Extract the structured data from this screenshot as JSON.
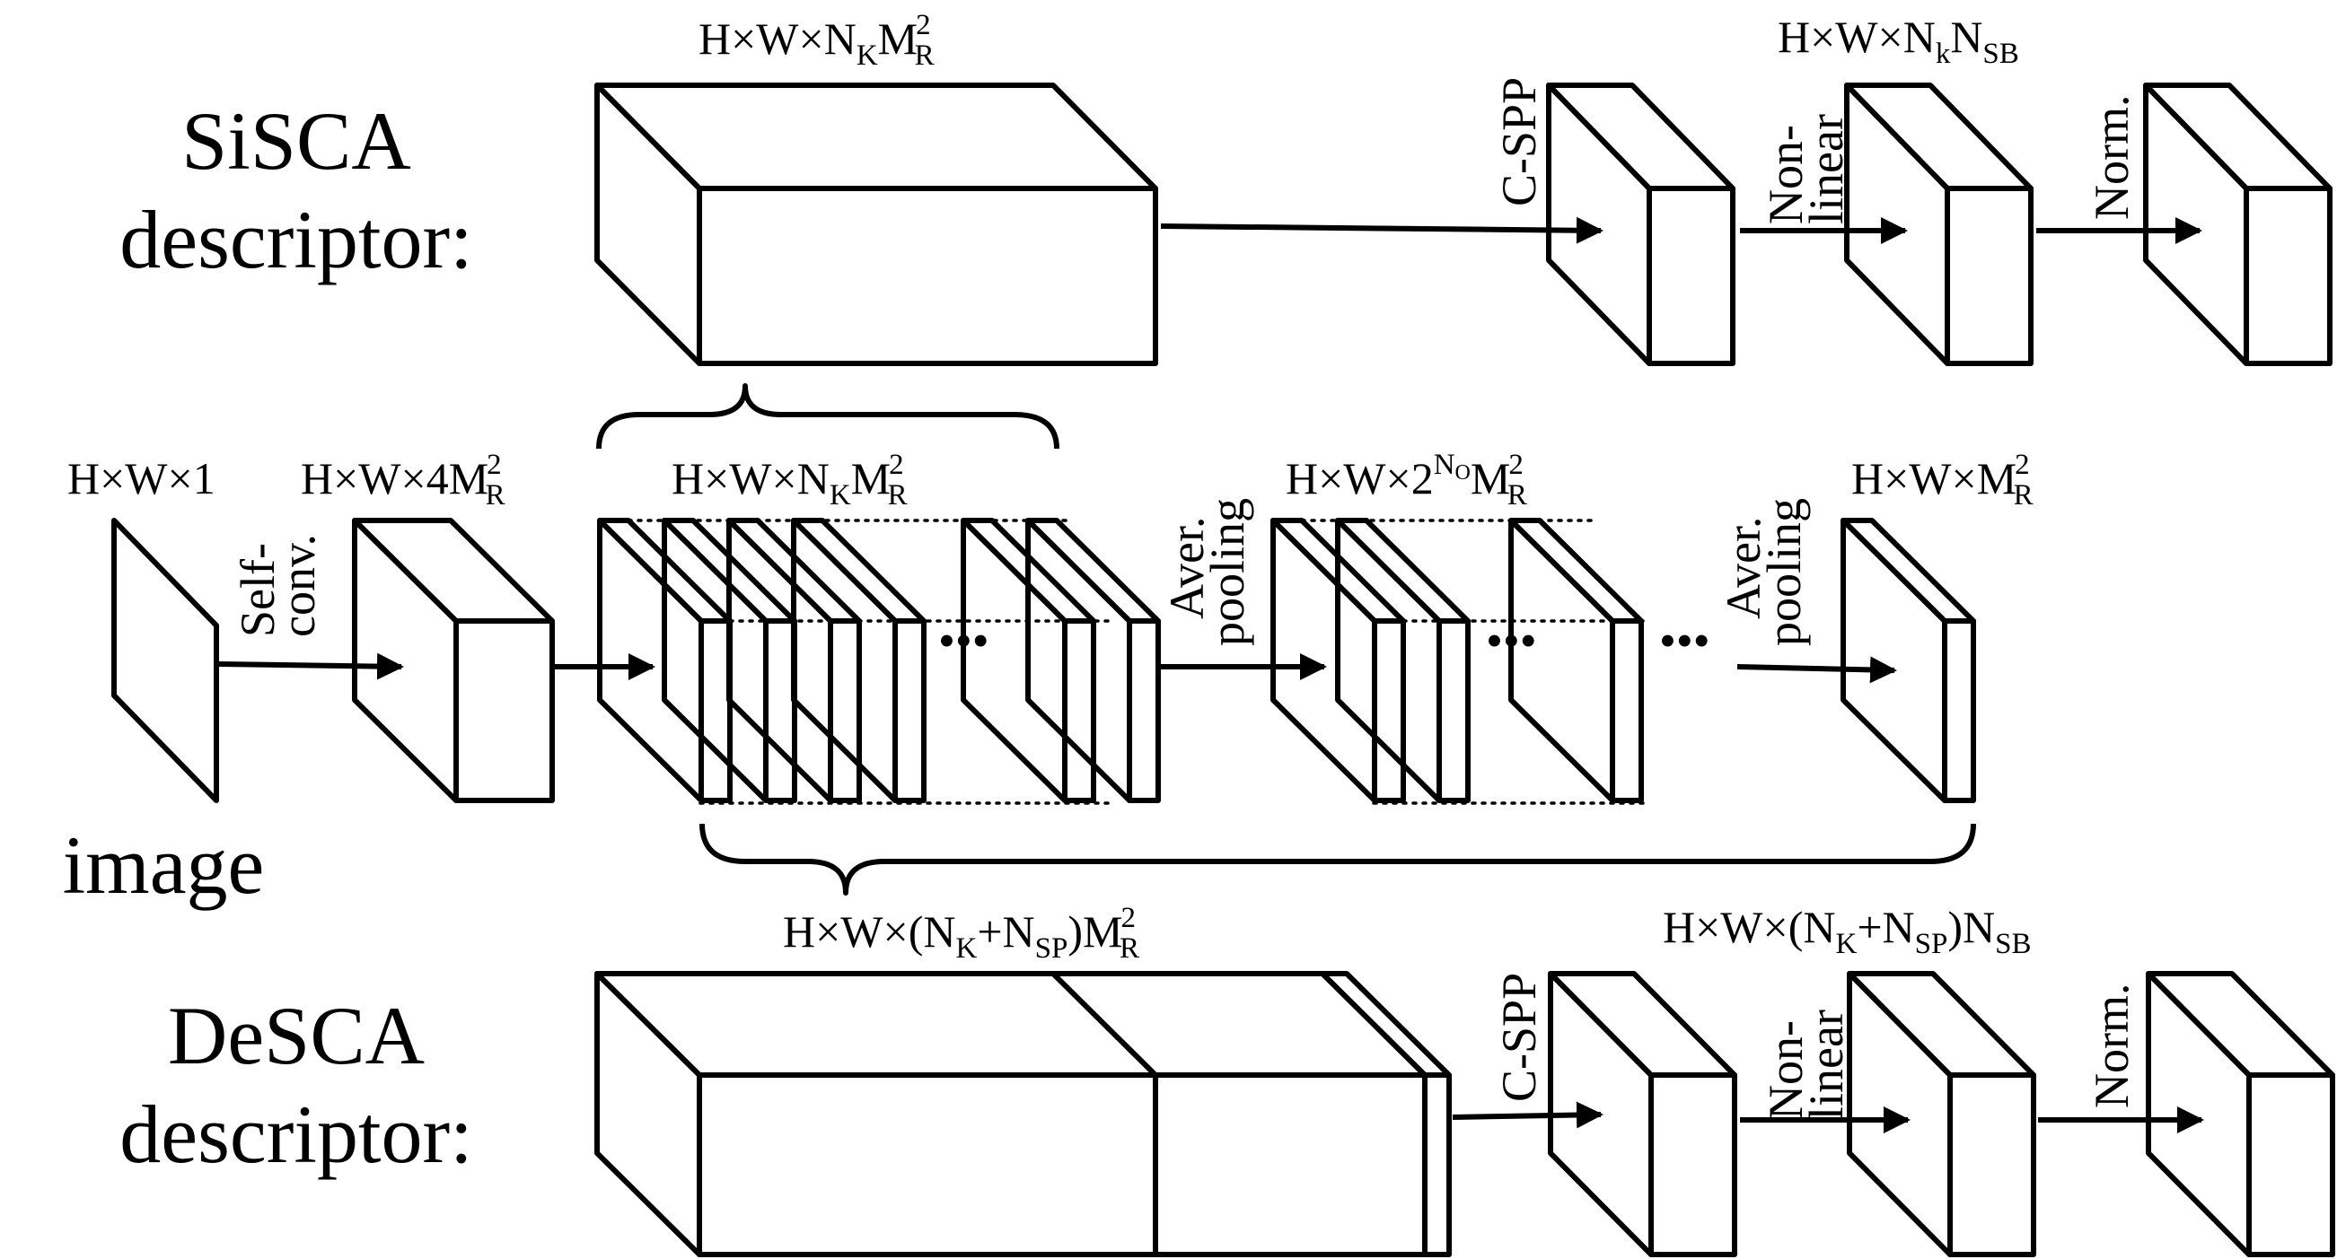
{
  "colors": {
    "blue": "#c9d8ee",
    "cyan": "#d3ecf1",
    "green": "#e4efd3",
    "pink": "#f5d9dc",
    "orange": "#fbe3cf",
    "purple": "#e2dcef",
    "lid": "#a7aeb8"
  },
  "labels": {
    "sisca": [
      "SiSCA",
      "descriptor:"
    ],
    "desca": [
      "DeSCA",
      "descriptor:"
    ],
    "image": "image",
    "self_conv": [
      "Self-",
      "conv."
    ],
    "aver_pool": [
      "Aver.",
      "pooling"
    ],
    "c_spp": "C-SPP",
    "non_linear": [
      "Non-",
      "linear"
    ],
    "norm": "Norm.",
    "ellipsis": "•••"
  },
  "dims": {
    "input": "H×W×1",
    "selfconv": {
      "base": "H×W×4M",
      "sup": "2",
      "sub": "R"
    },
    "stack": {
      "base": "H×W×N",
      "sub1": "K",
      "mid": "M",
      "sup": "2",
      "sub2": "R"
    },
    "pool1": {
      "base": "H×W×2",
      "sup1": "N",
      "supsub": "O",
      "mid": "M",
      "sup": "2",
      "sub": "R"
    },
    "pool2": {
      "base": "H×W×M",
      "sup": "2",
      "sub": "R"
    },
    "sisca_top": {
      "base": "H×W×N",
      "sub1": "K",
      "mid": "M",
      "sup": "2",
      "sub2": "R"
    },
    "sisca_out": {
      "base": "H×W×N",
      "sub1": "k",
      "mid": "N",
      "sub2": "SB"
    },
    "desca_top": {
      "base": "H×W×(N",
      "sub1": "K",
      "mid": "+N",
      "sub2": "SP",
      "end": ")M",
      "sup": "2",
      "sub3": "R"
    },
    "desca_out": {
      "base": "H×W×(N",
      "sub1": "K",
      "mid": "+N",
      "sub2": "SP",
      "end": ")N",
      "sub3": "SB"
    }
  }
}
